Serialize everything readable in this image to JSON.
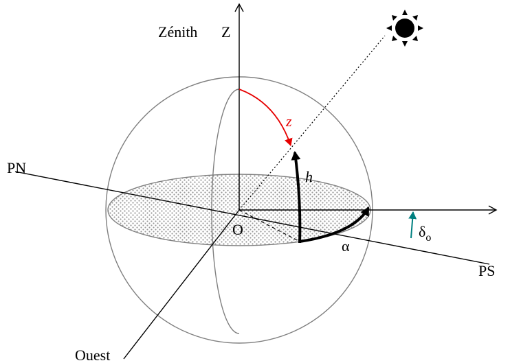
{
  "labels": {
    "zenith": "Zénith",
    "z_axis": "Z",
    "pn": "PN",
    "ps": "PS",
    "ouest": "Ouest",
    "origin": "O",
    "z_angle": "z",
    "h_angle": "h",
    "alpha": "α",
    "delta": "δ",
    "delta_sub": "o"
  },
  "colors": {
    "z_arc": "#e60000",
    "delta_arrow": "#008080",
    "sphere": "#7f7f7f",
    "lines": "#000000"
  },
  "icons": {
    "sun": "sun-icon"
  }
}
